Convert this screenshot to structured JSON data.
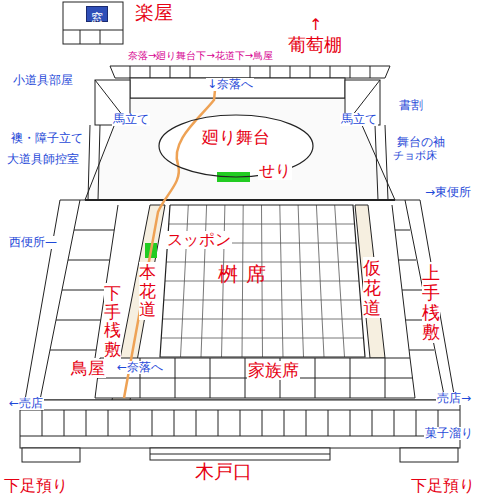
{
  "diagram": {
    "nodes": [
      {
        "text": [
          "窓"
        ]
      },
      {
        "text": [
          "廻り舞台"
        ]
      },
      {
        "text": [
          "桝席"
        ]
      }
    ],
    "labels": [
      "楽屋",
      "↑",
      "葡萄棚",
      "奈落→廻り舞台下→花道下→鳥屋",
      "小道具部屋",
      "↓奈落へ",
      "書割",
      "馬立て",
      "馬立て",
      "襖・障子立て",
      "舞台の袖",
      "チョボ床",
      "大道具師控室",
      "せり",
      "→東便所",
      "西便所—",
      "スッポン",
      "本花道",
      "仮花道",
      "上手桟敷",
      "下手桟敷",
      "鳥屋",
      "←奈落へ",
      "家族席",
      "←売店",
      "売店→",
      "菓子溜り",
      "木戸口",
      "下足預り",
      "下足預り"
    ]
  }
}
